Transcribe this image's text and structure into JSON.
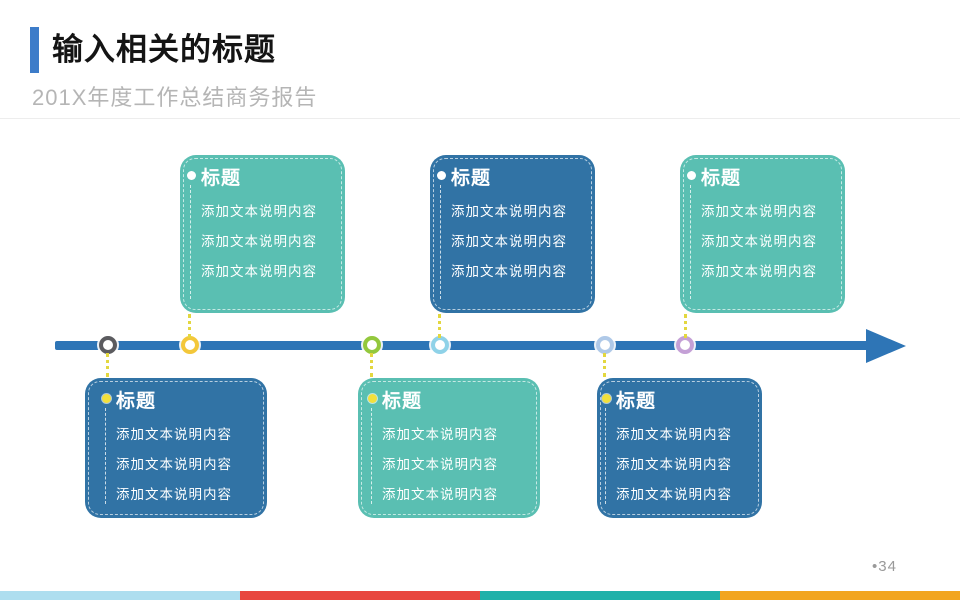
{
  "header": {
    "title": "输入相关的标题",
    "subtitle": "201X年度工作总结商务报告",
    "accent_color": "#3D7CC9"
  },
  "timeline": {
    "color": "#2E75B6",
    "connector_color": "#E3D73F",
    "nodes": [
      {
        "color": "#5B5B5F"
      },
      {
        "color": "#F3C73A"
      },
      {
        "color": "#93C83D"
      },
      {
        "color": "#8FD2E8"
      },
      {
        "color": "#AFC9E8"
      },
      {
        "color": "#C4A0D6"
      }
    ]
  },
  "cards": [
    {
      "position": "top",
      "bg": "#5ABFB2",
      "title": "标题",
      "lines": [
        "添加文本说明内容",
        "添加文本说明内容",
        "添加文本说明内容"
      ]
    },
    {
      "position": "top",
      "bg": "#3173A5",
      "title": "标题",
      "lines": [
        "添加文本说明内容",
        "添加文本说明内容",
        "添加文本说明内容"
      ]
    },
    {
      "position": "top",
      "bg": "#5ABFB2",
      "title": "标题",
      "lines": [
        "添加文本说明内容",
        "添加文本说明内容",
        "添加文本说明内容"
      ]
    },
    {
      "position": "bottom",
      "bg": "#3173A5",
      "title": "标题",
      "lines": [
        "添加文本说明内容",
        "添加文本说明内容",
        "添加文本说明内容"
      ]
    },
    {
      "position": "bottom",
      "bg": "#5ABFB2",
      "title": "标题",
      "lines": [
        "添加文本说明内容",
        "添加文本说明内容",
        "添加文本说明内容"
      ]
    },
    {
      "position": "bottom",
      "bg": "#3173A5",
      "title": "标题",
      "lines": [
        "添加文本说明内容",
        "添加文本说明内容",
        "添加文本说明内容"
      ]
    }
  ],
  "footer": {
    "page_number": "•34",
    "stripe_colors": [
      "#AEDEEF",
      "#E8473F",
      "#1FB1A9",
      "#F2A51F"
    ]
  }
}
